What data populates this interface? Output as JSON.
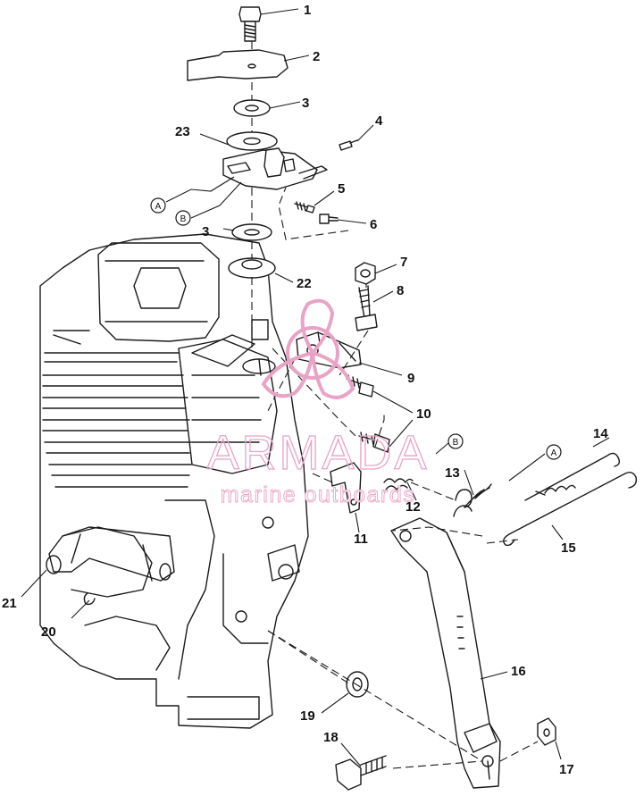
{
  "callouts": [
    {
      "id": "1",
      "label": "1"
    },
    {
      "id": "2",
      "label": "2"
    },
    {
      "id": "3a",
      "label": "3"
    },
    {
      "id": "3b",
      "label": "3"
    },
    {
      "id": "4",
      "label": "4"
    },
    {
      "id": "5",
      "label": "5"
    },
    {
      "id": "6",
      "label": "6"
    },
    {
      "id": "7",
      "label": "7"
    },
    {
      "id": "8",
      "label": "8"
    },
    {
      "id": "9",
      "label": "9"
    },
    {
      "id": "10",
      "label": "10"
    },
    {
      "id": "11",
      "label": "11"
    },
    {
      "id": "12",
      "label": "12"
    },
    {
      "id": "13",
      "label": "13"
    },
    {
      "id": "14",
      "label": "14"
    },
    {
      "id": "15",
      "label": "15"
    },
    {
      "id": "16",
      "label": "16"
    },
    {
      "id": "17",
      "label": "17"
    },
    {
      "id": "18",
      "label": "18"
    },
    {
      "id": "19",
      "label": "19"
    },
    {
      "id": "20",
      "label": "20"
    },
    {
      "id": "21",
      "label": "21"
    },
    {
      "id": "22",
      "label": "22"
    },
    {
      "id": "23",
      "label": "23"
    }
  ],
  "references": [
    {
      "id": "A1",
      "label": "A"
    },
    {
      "id": "B1",
      "label": "B"
    },
    {
      "id": "A2",
      "label": "A"
    },
    {
      "id": "B2",
      "label": "B"
    }
  ],
  "watermark": {
    "title": "ARMADA",
    "subtitle": "marine outboards",
    "color": "#e8a3c6"
  }
}
